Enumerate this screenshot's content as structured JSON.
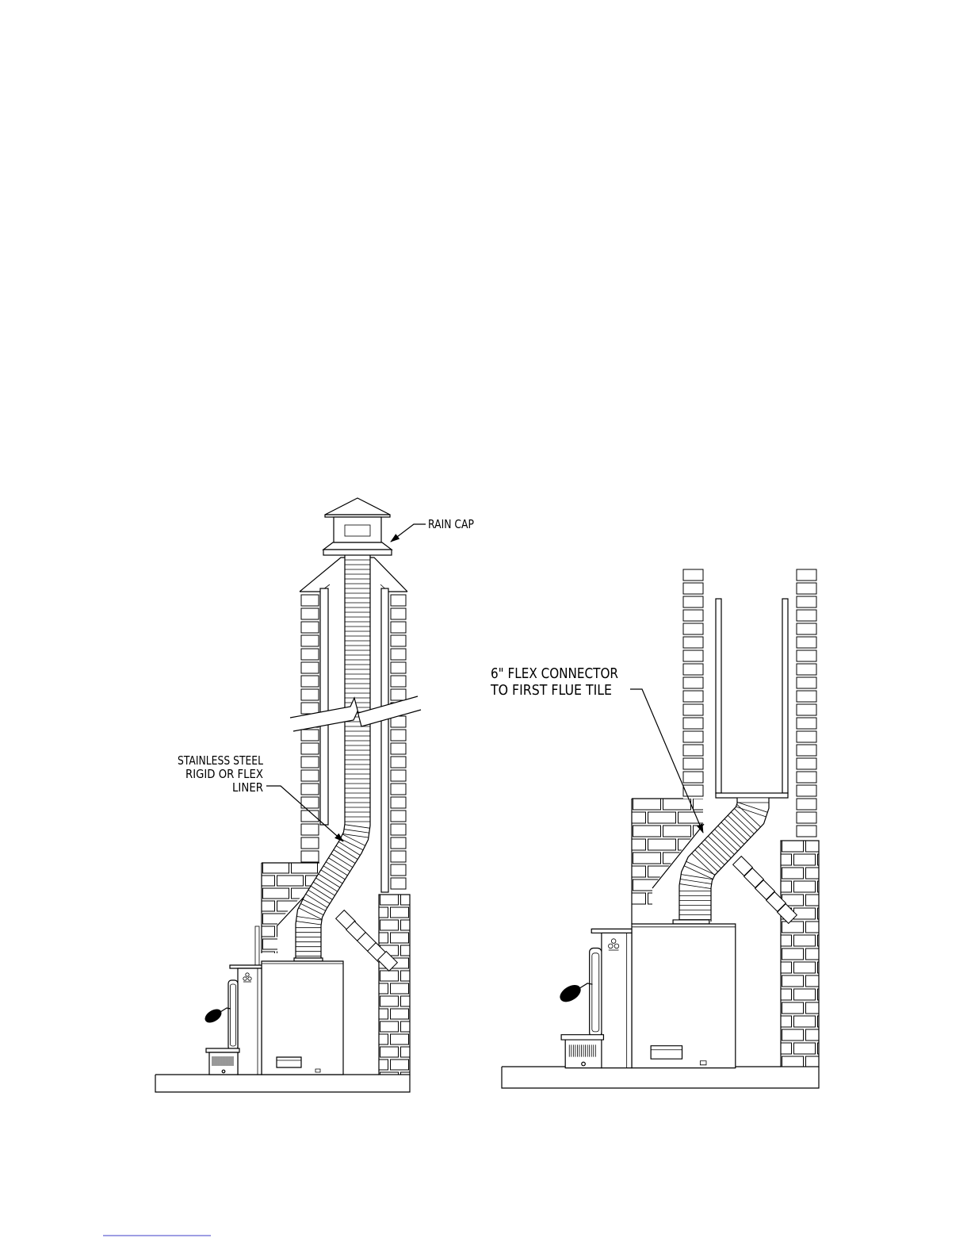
{
  "labels": {
    "rain_cap": "RAIN CAP",
    "liner": {
      "line1": "STAINLESS STEEL",
      "line2": "RIGID OR FLEX",
      "line3": "LINER"
    },
    "flex_connector": {
      "line1": "6\" FLEX CONNECTOR",
      "line2": "TO FIRST FLUE TILE"
    }
  },
  "icons": {
    "stove_logo": "stove-logo-icon",
    "door_handle": "door-handle-icon",
    "leader_arrow": "arrowhead-icon"
  },
  "colors": {
    "ink": "#000000",
    "paper": "#ffffff",
    "footer_rule": "#3c3cc8"
  }
}
